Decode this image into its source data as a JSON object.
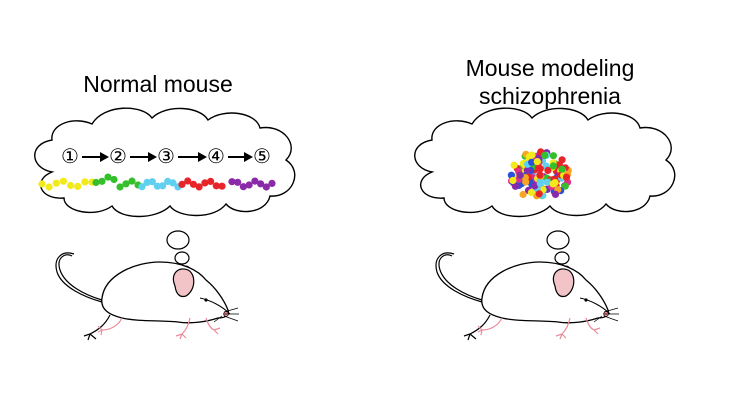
{
  "left_panel": {
    "title": "Normal mouse",
    "steps": [
      "①",
      "②",
      "③",
      "④",
      "⑤"
    ]
  },
  "right_panel": {
    "title_lines": [
      "Mouse modeling",
      "schizophrenia"
    ]
  },
  "colors": {
    "yellow": "#f2ea1a",
    "green": "#35c02b",
    "cyan": "#5fd0f0",
    "red": "#e8242b",
    "purple": "#8a2aa8",
    "blue": "#2a4fd8",
    "orange": "#f5a623",
    "magenta": "#e0308f",
    "pink_ear": "#f2c4c8"
  }
}
